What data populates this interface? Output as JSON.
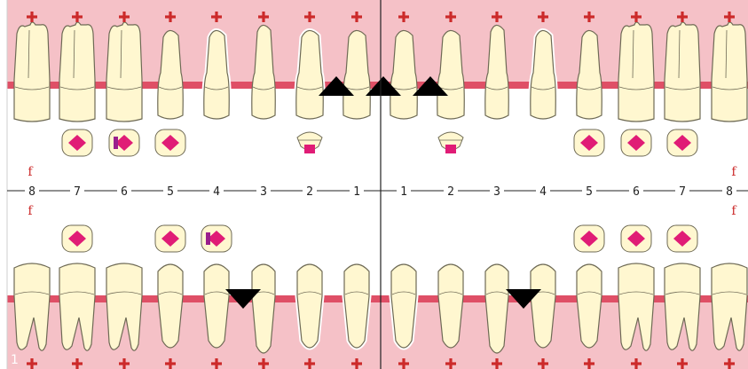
{
  "chart": {
    "page_number": "1",
    "side_flag": "f",
    "colors": {
      "gum_upper": "#f5c1c7",
      "gum_lower": "#f5c1c7",
      "gum_line": "#df4f66",
      "tooth": "#fff7d0",
      "tooth_outline": "#6e6a55",
      "filling": "#e01c76",
      "midline": "#222222",
      "plus_mark": "#cc2a2a",
      "arrow": "#000000"
    },
    "upper_teeth": [
      {
        "num": "8",
        "side": "right",
        "kind": "molar"
      },
      {
        "num": "7",
        "side": "right",
        "kind": "molar"
      },
      {
        "num": "6",
        "side": "right",
        "kind": "molar"
      },
      {
        "num": "5",
        "side": "right",
        "kind": "premolar"
      },
      {
        "num": "4",
        "side": "right",
        "kind": "premolar",
        "highlighted": true
      },
      {
        "num": "3",
        "side": "right",
        "kind": "canine"
      },
      {
        "num": "2",
        "side": "right",
        "kind": "incisor",
        "highlighted": true,
        "arrow": "up"
      },
      {
        "num": "1",
        "side": "right",
        "kind": "incisor",
        "arrow": "up"
      },
      {
        "num": "1",
        "side": "left",
        "kind": "incisor",
        "arrow": "up"
      },
      {
        "num": "2",
        "side": "left",
        "kind": "incisor"
      },
      {
        "num": "3",
        "side": "left",
        "kind": "canine"
      },
      {
        "num": "4",
        "side": "left",
        "kind": "premolar",
        "highlighted": true
      },
      {
        "num": "5",
        "side": "left",
        "kind": "premolar"
      },
      {
        "num": "6",
        "side": "left",
        "kind": "molar"
      },
      {
        "num": "7",
        "side": "left",
        "kind": "molar"
      },
      {
        "num": "8",
        "side": "left",
        "kind": "molar"
      }
    ],
    "lower_teeth": [
      {
        "num": "8",
        "side": "right",
        "kind": "molar"
      },
      {
        "num": "7",
        "side": "right",
        "kind": "molar"
      },
      {
        "num": "6",
        "side": "right",
        "kind": "molar"
      },
      {
        "num": "5",
        "side": "right",
        "kind": "premolar"
      },
      {
        "num": "4",
        "side": "right",
        "kind": "premolar",
        "arrow": "down"
      },
      {
        "num": "3",
        "side": "right",
        "kind": "canine"
      },
      {
        "num": "2",
        "side": "right",
        "kind": "incisor",
        "highlighted": true
      },
      {
        "num": "1",
        "side": "right",
        "kind": "incisor",
        "highlighted": true
      },
      {
        "num": "1",
        "side": "left",
        "kind": "incisor",
        "highlighted": true
      },
      {
        "num": "2",
        "side": "left",
        "kind": "incisor"
      },
      {
        "num": "3",
        "side": "left",
        "kind": "canine",
        "arrow": "down"
      },
      {
        "num": "4",
        "side": "left",
        "kind": "premolar"
      },
      {
        "num": "5",
        "side": "left",
        "kind": "premolar"
      },
      {
        "num": "6",
        "side": "left",
        "kind": "molar"
      },
      {
        "num": "7",
        "side": "left",
        "kind": "molar"
      },
      {
        "num": "8",
        "side": "left",
        "kind": "molar"
      }
    ],
    "occlusal_upper": [
      {
        "num": "8",
        "side": "right",
        "state": "missing"
      },
      {
        "num": "7",
        "side": "right",
        "state": "filled"
      },
      {
        "num": "6",
        "side": "right",
        "state": "filled-mesial"
      },
      {
        "num": "5",
        "side": "right",
        "state": "filled"
      },
      {
        "num": "4",
        "side": "right",
        "state": "none"
      },
      {
        "num": "3",
        "side": "right",
        "state": "none"
      },
      {
        "num": "2",
        "side": "right",
        "state": "incisal"
      },
      {
        "num": "1",
        "side": "right",
        "state": "none"
      },
      {
        "num": "1",
        "side": "left",
        "state": "none"
      },
      {
        "num": "2",
        "side": "left",
        "state": "incisal"
      },
      {
        "num": "3",
        "side": "left",
        "state": "none"
      },
      {
        "num": "4",
        "side": "left",
        "state": "none"
      },
      {
        "num": "5",
        "side": "left",
        "state": "filled"
      },
      {
        "num": "6",
        "side": "left",
        "state": "filled"
      },
      {
        "num": "7",
        "side": "left",
        "state": "filled"
      },
      {
        "num": "8",
        "side": "left",
        "state": "missing"
      }
    ],
    "occlusal_lower": [
      {
        "num": "8",
        "side": "right",
        "state": "missing"
      },
      {
        "num": "7",
        "side": "right",
        "state": "filled"
      },
      {
        "num": "6",
        "side": "right",
        "state": "none"
      },
      {
        "num": "5",
        "side": "right",
        "state": "filled"
      },
      {
        "num": "4",
        "side": "right",
        "state": "filled-mesial"
      },
      {
        "num": "3",
        "side": "right",
        "state": "none"
      },
      {
        "num": "2",
        "side": "right",
        "state": "none"
      },
      {
        "num": "1",
        "side": "right",
        "state": "none"
      },
      {
        "num": "1",
        "side": "left",
        "state": "none"
      },
      {
        "num": "2",
        "side": "left",
        "state": "none"
      },
      {
        "num": "3",
        "side": "left",
        "state": "none"
      },
      {
        "num": "4",
        "side": "left",
        "state": "none"
      },
      {
        "num": "5",
        "side": "left",
        "state": "filled"
      },
      {
        "num": "6",
        "side": "left",
        "state": "filled"
      },
      {
        "num": "7",
        "side": "left",
        "state": "filled"
      },
      {
        "num": "8",
        "side": "left",
        "state": "missing"
      }
    ],
    "present_marks": {
      "upper": [
        "8",
        "7",
        "6",
        "5",
        "4",
        "3",
        "2",
        "1",
        "1",
        "2",
        "3",
        "4",
        "5",
        "6",
        "7",
        "8"
      ],
      "lower": [
        "8",
        "7",
        "6",
        "5",
        "4",
        "3",
        "2",
        "1",
        "1",
        "2",
        "3",
        "4",
        "5",
        "6",
        "7",
        "8"
      ]
    }
  }
}
